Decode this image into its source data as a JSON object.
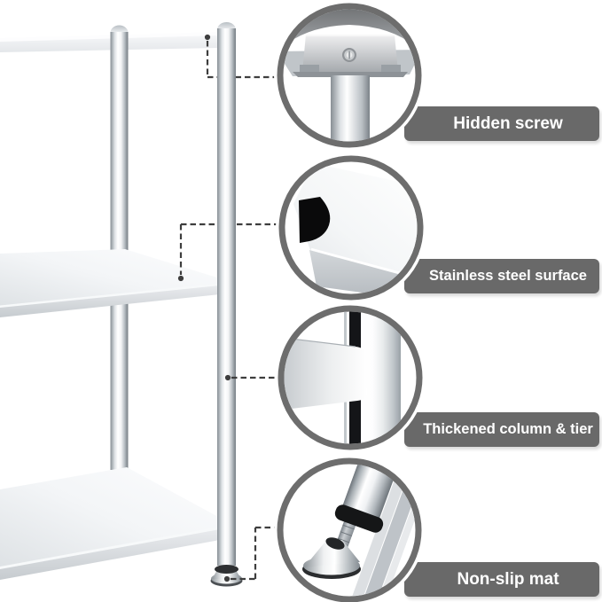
{
  "image": {
    "kind": "product-feature-callout-diagram",
    "subject": "stainless steel shelving unit corner with two columns and three shelf tiers",
    "background": "#ffffff"
  },
  "colors": {
    "badge_bg": "#696969",
    "badge_text": "#ffffff",
    "circle_ring": "#6d6d6d",
    "circle_halo": "#ffffff",
    "leader_line": "#3e3e3e",
    "metal_dark": "#82898f",
    "metal_light": "#ffffff",
    "rubber_black": "#141518"
  },
  "callouts": [
    {
      "id": "hidden-screw",
      "label": "Hidden screw"
    },
    {
      "id": "stainless-steel-surface",
      "label": "Stainless steel surface"
    },
    {
      "id": "thickened-column-tier",
      "label": "Thickened column & tier"
    },
    {
      "id": "non-slip-mat",
      "label": "Non-slip mat"
    }
  ]
}
